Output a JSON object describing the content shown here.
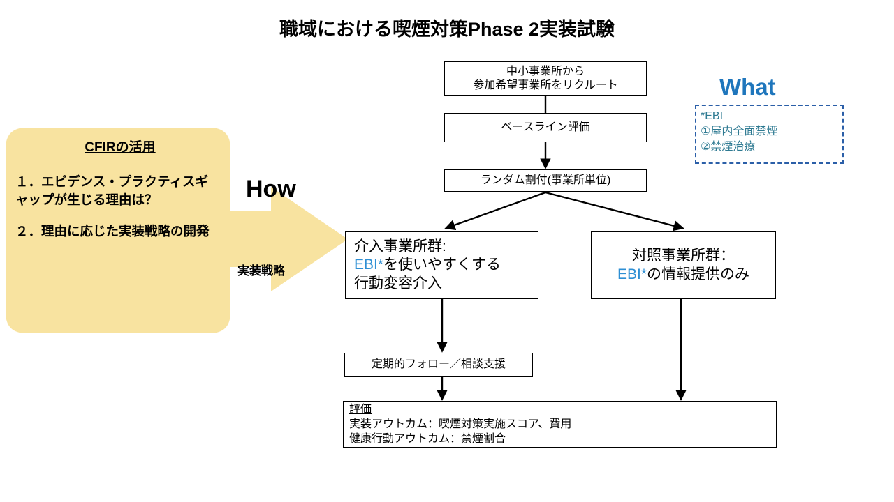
{
  "slide": {
    "title": "職域における喫煙対策Phase 2実装試験"
  },
  "flow": {
    "recruit": {
      "line1": "中小事業所から",
      "line2": "参加希望事業所をリクルート"
    },
    "baseline": {
      "line1": "ベースライン評価"
    },
    "randomization": {
      "line1": "ランダム割付(事業所単位)"
    },
    "intervention": {
      "line1": "介入事業所群:",
      "line2_prefix": "EBI*",
      "line2_rest": "を使いやすくする",
      "line3": "行動変容介入"
    },
    "control": {
      "line1": "対照事業所群：",
      "line2_prefix": "EBI*",
      "line2_rest": "の情報提供のみ"
    },
    "followup": {
      "line1": "定期的フォロー／相談支援"
    },
    "evaluation": {
      "heading": "評価",
      "line2": "実装アウトカム：喫煙対策実施スコア、費用",
      "line3": "健康行動アウトカム：禁煙割合"
    }
  },
  "cfir": {
    "title": "CFIRの活用",
    "item1": "１．エビデンス・プラクティスギャップが生じる理由は？",
    "item2": "２．理由に応じた実装戦略の開発",
    "how_label": "How",
    "strategy_label": "実装戦略",
    "fill_color": "#F8E3A0"
  },
  "what": {
    "title": "What",
    "line1": "*EBI",
    "line2": "①屋内全面禁煙",
    "line3": "②禁煙治療",
    "title_color": "#1F76BC",
    "border_color": "#2B5FA8",
    "text_color": "#2E7A92"
  }
}
